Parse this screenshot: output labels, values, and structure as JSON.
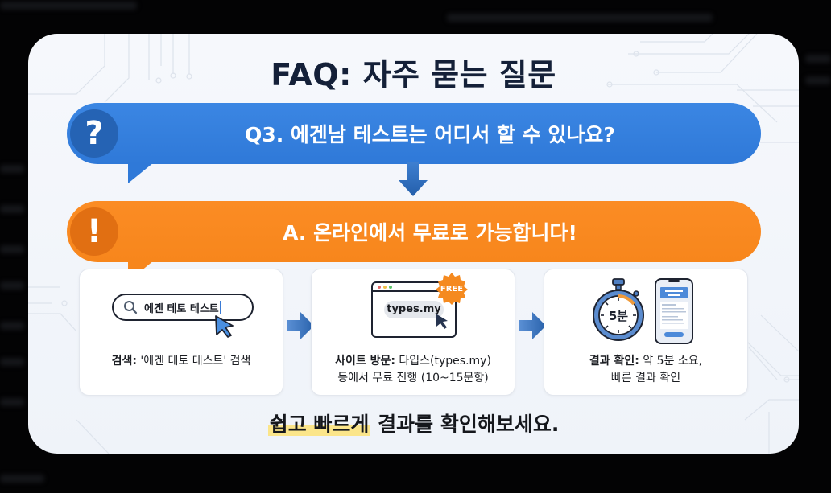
{
  "card": {
    "title": "FAQ: 자주 묻는 질문",
    "question": {
      "badge_icon": "question-mark-icon",
      "badge_glyph": "?",
      "text": "Q3. 에겐남 테스트는 어디서 할 수 있나요?",
      "color": "#2f79d8"
    },
    "answer": {
      "badge_icon": "exclamation-icon",
      "badge_glyph": "!",
      "text": "A. 온라인에서 무료로 가능합니다!",
      "color": "#f7861c"
    },
    "steps": [
      {
        "illustration": "search-bar",
        "search_value": "에겐 테토 테스트",
        "label_bold": "검색:",
        "label_text": " '에겐 테토 테스트' 검색"
      },
      {
        "illustration": "browser-window",
        "url": "types.my",
        "badge": "FREE",
        "label_bold": "사이트 방문:",
        "label_text": " 타입스(types.my)",
        "label_line2": "등에서 무료 진행 (10~15문항)"
      },
      {
        "illustration": "stopwatch-and-phone",
        "timer_label": "5분",
        "label_bold": "결과 확인:",
        "label_text": " 약 5분 소요,",
        "label_line2": "빠른 결과 확인"
      }
    ],
    "slogan": {
      "highlight": "쉽고 빠르게",
      "rest": " 결과를 확인해보세요."
    }
  },
  "colors": {
    "question_blue": "#2f79d8",
    "answer_orange": "#f7861c",
    "title_navy": "#142038",
    "highlight_yellow": "#fbe58a"
  }
}
